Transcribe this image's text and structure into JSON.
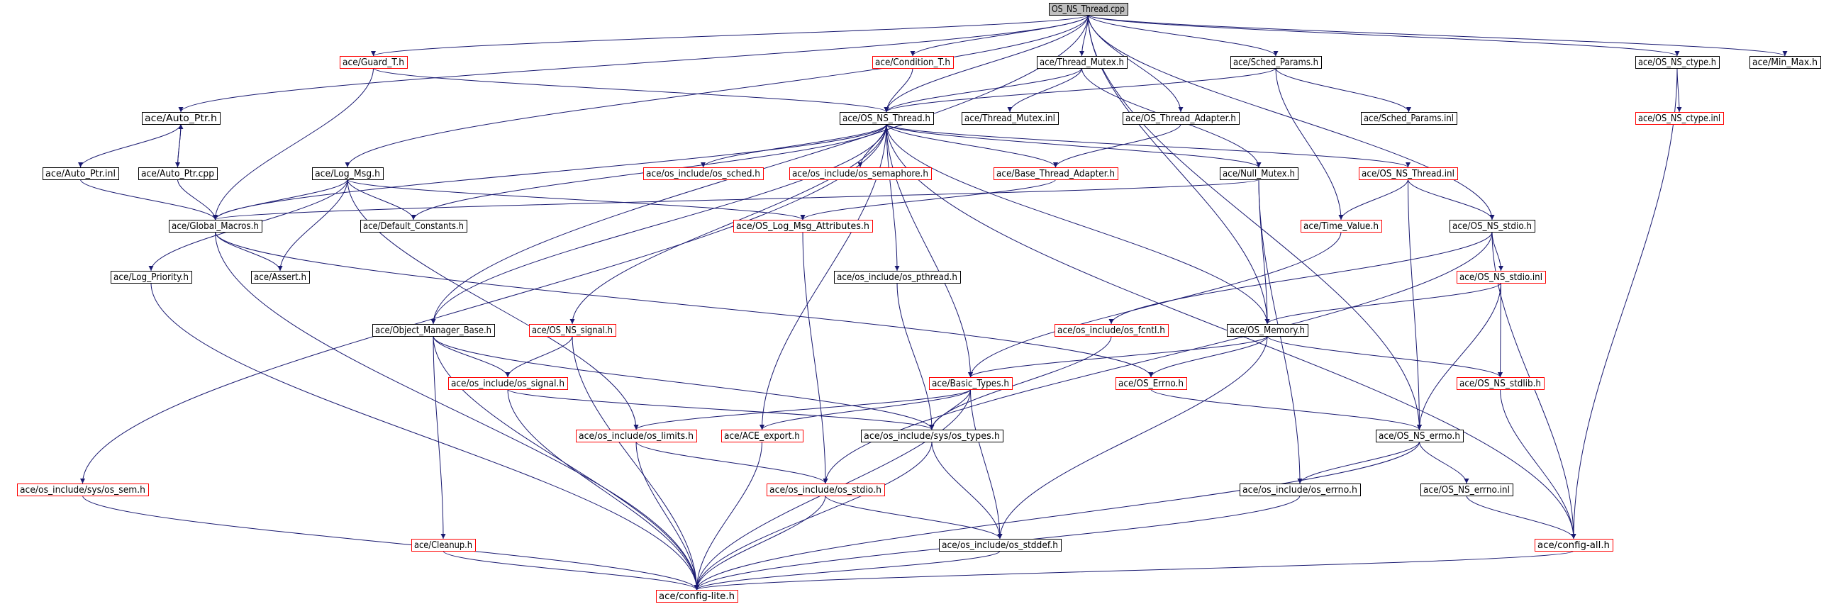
{
  "colors": {
    "edge": "#191970",
    "root_fill": "#bfbfbf",
    "root_border": "#000000",
    "node_fill": "#ffffff",
    "border_documented": "#000000",
    "border_undocumented": "#ff0000"
  },
  "nodes": [
    {
      "id": "OS_NS_Thread.cpp",
      "label": "OS_NS_Thread.cpp",
      "style": "root"
    },
    {
      "id": "ace/Guard_T.h",
      "label": "ace/Guard_T.h",
      "style": "red"
    },
    {
      "id": "ace/Condition_T.h",
      "label": "ace/Condition_T.h",
      "style": "red"
    },
    {
      "id": "ace/Thread_Mutex.h",
      "label": "ace/Thread_Mutex.h",
      "style": "black"
    },
    {
      "id": "ace/Sched_Params.h",
      "label": "ace/Sched_Params.h",
      "style": "black"
    },
    {
      "id": "ace/OS_NS_ctype.h",
      "label": "ace/OS_NS_ctype.h",
      "style": "black"
    },
    {
      "id": "ace/Min_Max.h",
      "label": "ace/Min_Max.h",
      "style": "black"
    },
    {
      "id": "ace/Auto_Ptr.h",
      "label": "ace/Auto_Ptr.h",
      "style": "black"
    },
    {
      "id": "ace/OS_NS_Thread.h",
      "label": "ace/OS_NS_Thread.h",
      "style": "black"
    },
    {
      "id": "ace/Thread_Mutex.inl",
      "label": "ace/Thread_Mutex.inl",
      "style": "black"
    },
    {
      "id": "ace/OS_Thread_Adapter.h",
      "label": "ace/OS_Thread_Adapter.h",
      "style": "black"
    },
    {
      "id": "ace/Sched_Params.inl",
      "label": "ace/Sched_Params.inl",
      "style": "black"
    },
    {
      "id": "ace/OS_NS_ctype.inl",
      "label": "ace/OS_NS_ctype.inl",
      "style": "red"
    },
    {
      "id": "ace/Auto_Ptr.inl",
      "label": "ace/Auto_Ptr.inl",
      "style": "black"
    },
    {
      "id": "ace/Auto_Ptr.cpp",
      "label": "ace/Auto_Ptr.cpp",
      "style": "black"
    },
    {
      "id": "ace/Log_Msg.h",
      "label": "ace/Log_Msg.h",
      "style": "black"
    },
    {
      "id": "ace/os_include/os_sched.h",
      "label": "ace/os_include/os_sched.h",
      "style": "red"
    },
    {
      "id": "ace/os_include/os_semaphore.h",
      "label": "ace/os_include/os_semaphore.h",
      "style": "red"
    },
    {
      "id": "ace/Base_Thread_Adapter.h",
      "label": "ace/Base_Thread_Adapter.h",
      "style": "red"
    },
    {
      "id": "ace/Null_Mutex.h",
      "label": "ace/Null_Mutex.h",
      "style": "black"
    },
    {
      "id": "ace/OS_NS_Thread.inl",
      "label": "ace/OS_NS_Thread.inl",
      "style": "red"
    },
    {
      "id": "ace/Global_Macros.h",
      "label": "ace/Global_Macros.h",
      "style": "black"
    },
    {
      "id": "ace/Default_Constants.h",
      "label": "ace/Default_Constants.h",
      "style": "black"
    },
    {
      "id": "ace/OS_Log_Msg_Attributes.h",
      "label": "ace/OS_Log_Msg_Attributes.h",
      "style": "red"
    },
    {
      "id": "ace/Time_Value.h",
      "label": "ace/Time_Value.h",
      "style": "red"
    },
    {
      "id": "ace/OS_NS_stdio.h",
      "label": "ace/OS_NS_stdio.h",
      "style": "black"
    },
    {
      "id": "ace/Log_Priority.h",
      "label": "ace/Log_Priority.h",
      "style": "black"
    },
    {
      "id": "ace/Assert.h",
      "label": "ace/Assert.h",
      "style": "black"
    },
    {
      "id": "ace/os_include/os_pthread.h",
      "label": "ace/os_include/os_pthread.h",
      "style": "black"
    },
    {
      "id": "ace/OS_NS_stdio.inl",
      "label": "ace/OS_NS_stdio.inl",
      "style": "red"
    },
    {
      "id": "ace/Object_Manager_Base.h",
      "label": "ace/Object_Manager_Base.h",
      "style": "black"
    },
    {
      "id": "ace/OS_NS_signal.h",
      "label": "ace/OS_NS_signal.h",
      "style": "red"
    },
    {
      "id": "ace/os_include/os_fcntl.h",
      "label": "ace/os_include/os_fcntl.h",
      "style": "red"
    },
    {
      "id": "ace/OS_Memory.h",
      "label": "ace/OS_Memory.h",
      "style": "black"
    },
    {
      "id": "ace/os_include/os_signal.h",
      "label": "ace/os_include/os_signal.h",
      "style": "red"
    },
    {
      "id": "ace/Basic_Types.h",
      "label": "ace/Basic_Types.h",
      "style": "red"
    },
    {
      "id": "ace/OS_Errno.h",
      "label": "ace/OS_Errno.h",
      "style": "red"
    },
    {
      "id": "ace/OS_NS_stdlib.h",
      "label": "ace/OS_NS_stdlib.h",
      "style": "red"
    },
    {
      "id": "ace/os_include/os_limits.h",
      "label": "ace/os_include/os_limits.h",
      "style": "red"
    },
    {
      "id": "ace/ACE_export.h",
      "label": "ace/ACE_export.h",
      "style": "red"
    },
    {
      "id": "ace/os_include/sys/os_types.h",
      "label": "ace/os_include/sys/os_types.h",
      "style": "black"
    },
    {
      "id": "ace/OS_NS_errno.h",
      "label": "ace/OS_NS_errno.h",
      "style": "black"
    },
    {
      "id": "ace/os_include/sys/os_sem.h",
      "label": "ace/os_include/sys/os_sem.h",
      "style": "red"
    },
    {
      "id": "ace/os_include/os_stdio.h",
      "label": "ace/os_include/os_stdio.h",
      "style": "red"
    },
    {
      "id": "ace/os_include/os_errno.h",
      "label": "ace/os_include/os_errno.h",
      "style": "black"
    },
    {
      "id": "ace/OS_NS_errno.inl",
      "label": "ace/OS_NS_errno.inl",
      "style": "black"
    },
    {
      "id": "ace/Cleanup.h",
      "label": "ace/Cleanup.h",
      "style": "red"
    },
    {
      "id": "ace/os_include/os_stddef.h",
      "label": "ace/os_include/os_stddef.h",
      "style": "black"
    },
    {
      "id": "ace/config-all.h",
      "label": "ace/config-all.h",
      "style": "red"
    },
    {
      "id": "ace/config-lite.h",
      "label": "ace/config-lite.h",
      "style": "red"
    }
  ],
  "edges": [
    [
      "OS_NS_Thread.cpp",
      "ace/Guard_T.h"
    ],
    [
      "OS_NS_Thread.cpp",
      "ace/Condition_T.h"
    ],
    [
      "OS_NS_Thread.cpp",
      "ace/Thread_Mutex.h"
    ],
    [
      "OS_NS_Thread.cpp",
      "ace/Sched_Params.h"
    ],
    [
      "OS_NS_Thread.cpp",
      "ace/OS_NS_ctype.h"
    ],
    [
      "OS_NS_Thread.cpp",
      "ace/Min_Max.h"
    ],
    [
      "OS_NS_Thread.cpp",
      "ace/Auto_Ptr.h"
    ],
    [
      "OS_NS_Thread.cpp",
      "ace/OS_NS_Thread.h"
    ],
    [
      "OS_NS_Thread.cpp",
      "ace/Log_Msg.h"
    ],
    [
      "OS_NS_Thread.cpp",
      "ace/OS_Thread_Adapter.h"
    ],
    [
      "OS_NS_Thread.cpp",
      "ace/Object_Manager_Base.h"
    ],
    [
      "OS_NS_Thread.cpp",
      "ace/OS_NS_stdio.h"
    ],
    [
      "OS_NS_Thread.cpp",
      "ace/OS_Memory.h"
    ],
    [
      "OS_NS_Thread.cpp",
      "ace/OS_NS_errno.h"
    ],
    [
      "ace/Guard_T.h",
      "ace/OS_NS_Thread.h"
    ],
    [
      "ace/Guard_T.h",
      "ace/Global_Macros.h"
    ],
    [
      "ace/Condition_T.h",
      "ace/OS_NS_Thread.h"
    ],
    [
      "ace/Thread_Mutex.h",
      "ace/OS_NS_Thread.h"
    ],
    [
      "ace/Thread_Mutex.h",
      "ace/Thread_Mutex.inl"
    ],
    [
      "ace/Thread_Mutex.h",
      "ace/Null_Mutex.h"
    ],
    [
      "ace/Sched_Params.h",
      "ace/OS_NS_Thread.h"
    ],
    [
      "ace/Sched_Params.h",
      "ace/Sched_Params.inl"
    ],
    [
      "ace/Sched_Params.h",
      "ace/Time_Value.h"
    ],
    [
      "ace/OS_NS_ctype.h",
      "ace/OS_NS_ctype.inl"
    ],
    [
      "ace/OS_NS_ctype.h",
      "ace/config-all.h"
    ],
    [
      "ace/Auto_Ptr.h",
      "ace/Auto_Ptr.inl"
    ],
    [
      "ace/Auto_Ptr.h",
      "ace/Auto_Ptr.cpp"
    ],
    [
      "ace/Auto_Ptr.cpp",
      "ace/Auto_Ptr.h"
    ],
    [
      "ace/Auto_Ptr.inl",
      "ace/Global_Macros.h"
    ],
    [
      "ace/Auto_Ptr.cpp",
      "ace/Global_Macros.h"
    ],
    [
      "ace/OS_Thread_Adapter.h",
      "ace/Base_Thread_Adapter.h"
    ],
    [
      "ace/OS_NS_Thread.h",
      "ace/os_include/os_sched.h"
    ],
    [
      "ace/OS_NS_Thread.h",
      "ace/os_include/os_semaphore.h"
    ],
    [
      "ace/OS_NS_Thread.h",
      "ace/Base_Thread_Adapter.h"
    ],
    [
      "ace/OS_NS_Thread.h",
      "ace/Null_Mutex.h"
    ],
    [
      "ace/OS_NS_Thread.h",
      "ace/OS_NS_Thread.inl"
    ],
    [
      "ace/OS_NS_Thread.h",
      "ace/Global_Macros.h"
    ],
    [
      "ace/OS_NS_Thread.h",
      "ace/Default_Constants.h"
    ],
    [
      "ace/OS_NS_Thread.h",
      "ace/os_include/os_pthread.h"
    ],
    [
      "ace/OS_NS_Thread.h",
      "ace/Object_Manager_Base.h"
    ],
    [
      "ace/OS_NS_Thread.h",
      "ace/OS_NS_signal.h"
    ],
    [
      "ace/OS_NS_Thread.h",
      "ace/OS_Memory.h"
    ],
    [
      "ace/OS_NS_Thread.h",
      "ace/Basic_Types.h"
    ],
    [
      "ace/OS_NS_Thread.h",
      "ace/ACE_export.h"
    ],
    [
      "ace/OS_NS_Thread.h",
      "ace/os_include/sys/os_sem.h"
    ],
    [
      "ace/OS_NS_Thread.h",
      "ace/config-all.h"
    ],
    [
      "ace/Log_Msg.h",
      "ace/Global_Macros.h"
    ],
    [
      "ace/Log_Msg.h",
      "ace/Default_Constants.h"
    ],
    [
      "ace/Log_Msg.h",
      "ace/OS_Log_Msg_Attributes.h"
    ],
    [
      "ace/Log_Msg.h",
      "ace/Log_Priority.h"
    ],
    [
      "ace/Log_Msg.h",
      "ace/Assert.h"
    ],
    [
      "ace/Log_Msg.h",
      "ace/os_include/os_limits.h"
    ],
    [
      "ace/Base_Thread_Adapter.h",
      "ace/OS_Log_Msg_Attributes.h"
    ],
    [
      "ace/Null_Mutex.h",
      "ace/Global_Macros.h"
    ],
    [
      "ace/Null_Mutex.h",
      "ace/OS_Memory.h"
    ],
    [
      "ace/Null_Mutex.h",
      "ace/os_include/os_errno.h"
    ],
    [
      "ace/OS_NS_Thread.inl",
      "ace/Time_Value.h"
    ],
    [
      "ace/OS_NS_Thread.inl",
      "ace/OS_NS_stdio.h"
    ],
    [
      "ace/OS_NS_Thread.inl",
      "ace/OS_NS_errno.h"
    ],
    [
      "ace/Global_Macros.h",
      "ace/Assert.h"
    ],
    [
      "ace/Global_Macros.h",
      "ace/OS_Errno.h"
    ],
    [
      "ace/Global_Macros.h",
      "ace/config-lite.h"
    ],
    [
      "ace/OS_Log_Msg_Attributes.h",
      "ace/os_include/os_stdio.h"
    ],
    [
      "ace/Time_Value.h",
      "ace/Basic_Types.h"
    ],
    [
      "ace/OS_NS_stdio.h",
      "ace/OS_NS_stdio.inl"
    ],
    [
      "ace/OS_NS_stdio.h",
      "ace/os_include/os_fcntl.h"
    ],
    [
      "ace/OS_NS_stdio.h",
      "ace/os_include/os_stdio.h"
    ],
    [
      "ace/OS_NS_stdio.h",
      "ace/config-all.h"
    ],
    [
      "ace/Log_Priority.h",
      "ace/config-lite.h"
    ],
    [
      "ace/os_include/os_pthread.h",
      "ace/os_include/sys/os_types.h"
    ],
    [
      "ace/OS_NS_stdio.inl",
      "ace/OS_Memory.h"
    ],
    [
      "ace/OS_NS_stdio.inl",
      "ace/OS_NS_stdlib.h"
    ],
    [
      "ace/OS_NS_stdio.inl",
      "ace/OS_NS_errno.h"
    ],
    [
      "ace/Object_Manager_Base.h",
      "ace/os_include/os_signal.h"
    ],
    [
      "ace/Object_Manager_Base.h",
      "ace/Cleanup.h"
    ],
    [
      "ace/Object_Manager_Base.h",
      "ace/os_include/sys/os_types.h"
    ],
    [
      "ace/Object_Manager_Base.h",
      "ace/config-lite.h"
    ],
    [
      "ace/OS_NS_signal.h",
      "ace/os_include/os_signal.h"
    ],
    [
      "ace/OS_NS_signal.h",
      "ace/config-lite.h"
    ],
    [
      "ace/os_include/os_fcntl.h",
      "ace/os_include/sys/os_types.h"
    ],
    [
      "ace/OS_Memory.h",
      "ace/Basic_Types.h"
    ],
    [
      "ace/OS_Memory.h",
      "ace/OS_Errno.h"
    ],
    [
      "ace/OS_Memory.h",
      "ace/OS_NS_stdlib.h"
    ],
    [
      "ace/OS_Memory.h",
      "ace/os_include/os_stddef.h"
    ],
    [
      "ace/os_include/os_signal.h",
      "ace/os_include/sys/os_types.h"
    ],
    [
      "ace/os_include/os_signal.h",
      "ace/config-lite.h"
    ],
    [
      "ace/Basic_Types.h",
      "ace/os_include/os_limits.h"
    ],
    [
      "ace/Basic_Types.h",
      "ace/ACE_export.h"
    ],
    [
      "ace/Basic_Types.h",
      "ace/os_include/sys/os_types.h"
    ],
    [
      "ace/Basic_Types.h",
      "ace/os_include/os_stddef.h"
    ],
    [
      "ace/Basic_Types.h",
      "ace/config-lite.h"
    ],
    [
      "ace/OS_Errno.h",
      "ace/OS_NS_errno.h"
    ],
    [
      "ace/OS_NS_stdlib.h",
      "ace/config-all.h"
    ],
    [
      "ace/os_include/os_limits.h",
      "ace/os_include/os_stdio.h"
    ],
    [
      "ace/os_include/os_limits.h",
      "ace/config-lite.h"
    ],
    [
      "ace/ACE_export.h",
      "ace/config-lite.h"
    ],
    [
      "ace/os_include/sys/os_types.h",
      "ace/os_include/os_stddef.h"
    ],
    [
      "ace/os_include/sys/os_types.h",
      "ace/config-lite.h"
    ],
    [
      "ace/OS_NS_errno.h",
      "ace/os_include/os_errno.h"
    ],
    [
      "ace/OS_NS_errno.h",
      "ace/OS_NS_errno.inl"
    ],
    [
      "ace/OS_NS_errno.h",
      "ace/config-lite.h"
    ],
    [
      "ace/OS_NS_errno.inl",
      "ace/config-all.h"
    ],
    [
      "ace/os_include/sys/os_sem.h",
      "ace/config-lite.h"
    ],
    [
      "ace/os_include/os_stdio.h",
      "ace/os_include/os_stddef.h"
    ],
    [
      "ace/os_include/os_stdio.h",
      "ace/config-lite.h"
    ],
    [
      "ace/os_include/os_errno.h",
      "ace/config-lite.h"
    ],
    [
      "ace/Cleanup.h",
      "ace/config-lite.h"
    ],
    [
      "ace/os_include/os_stddef.h",
      "ace/config-lite.h"
    ],
    [
      "ace/config-all.h",
      "ace/config-lite.h"
    ]
  ]
}
